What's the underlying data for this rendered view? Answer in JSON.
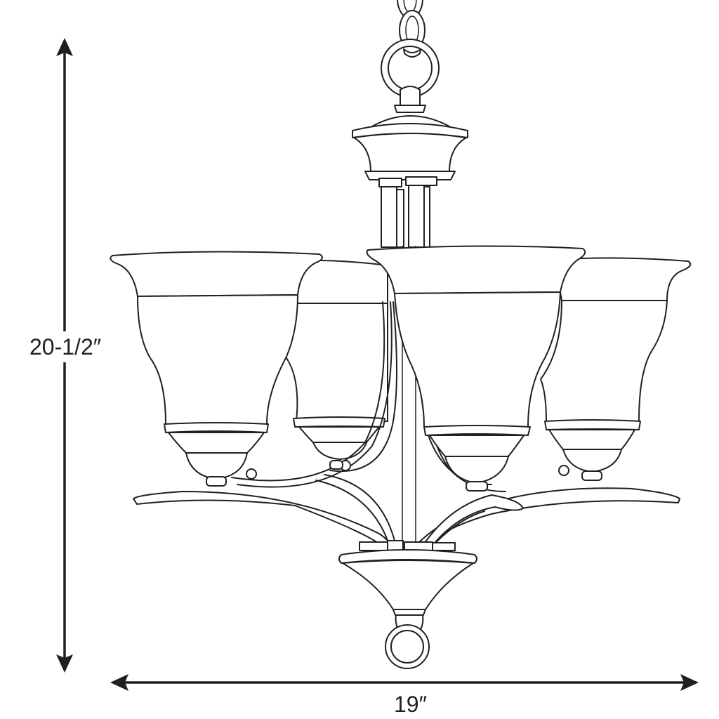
{
  "drawing": {
    "subject": "4-light chandelier with bell-shaped glass shades",
    "line_color": "#231f20",
    "background_color": "#ffffff"
  },
  "dimensions": {
    "height": {
      "label": "20-1/2″",
      "orientation": "vertical"
    },
    "width": {
      "label": "19″",
      "orientation": "horizontal"
    }
  },
  "components": {
    "chain": "chain-links",
    "canopy": "top-cup",
    "stems": "center-stems",
    "shades": [
      "shade-left-front",
      "shade-left-back",
      "shade-right-front",
      "shade-right-back"
    ],
    "arms": "curved-arms",
    "bowl": "bottom-bowl",
    "finial": "bottom-ring-finial"
  }
}
